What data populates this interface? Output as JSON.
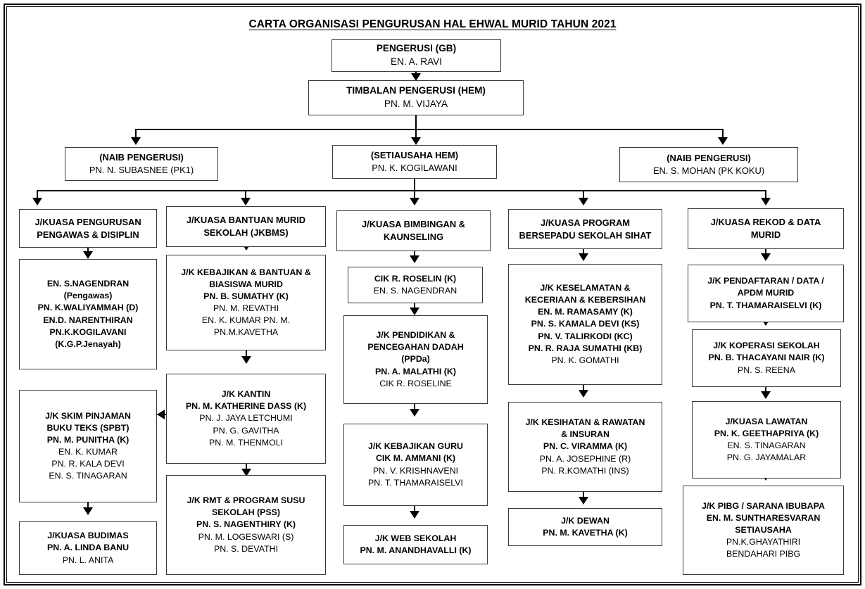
{
  "title": "CARTA ORGANISASI PENGURUSAN HAL EHWAL MURID TAHUN 2021",
  "top": {
    "chairman": {
      "role": "PENGERUSI (GB)",
      "name": "EN. A. RAVI"
    },
    "deputy": {
      "role": "TIMBALAN PENGERUSI (HEM)",
      "name": "PN. M. VIJAYA"
    }
  },
  "level2": [
    {
      "role": "(NAIB PENGERUSI)",
      "name": "PN. N. SUBASNEE (PK1)"
    },
    {
      "role": "(SETIAUSAHA HEM)",
      "name": "PN. K. KOGILAWANI"
    },
    {
      "role": "(NAIB PENGERUSI)",
      "name": "EN. S. MOHAN (PK KOKU)"
    }
  ],
  "columns": [
    {
      "head": {
        "l1": "J/KUASA PENGURUSAN",
        "l2": "PENGAWAS  & DISIPLIN"
      },
      "boxes": [
        {
          "bold": [
            "EN. S.NAGENDRAN",
            "(Pengawas)",
            "PN. K.WALIYAMMAH (D)",
            "EN.D. NARENTHIRAN",
            "PN.K.KOGILAVANI",
            "(K.G.P.Jenayah)"
          ],
          "plain": []
        },
        {
          "bold": [
            "J/K SKIM PINJAMAN",
            "BUKU TEKS (SPBT)",
            "PN. M. PUNITHA (K)"
          ],
          "plain": [
            "EN. K. KUMAR",
            "PN. R. KALA DEVI",
            "EN. S. TINAGARAN"
          ]
        },
        {
          "bold": [
            "J/KUASA BUDIMAS",
            "PN. A. LINDA BANU"
          ],
          "plain": [
            "PN. L. ANITA"
          ]
        }
      ]
    },
    {
      "head": {
        "l1": "J/KUASA BANTUAN MURID",
        "l2": "SEKOLAH (JKBMS)"
      },
      "boxes": [
        {
          "bold": [
            "J/K KEBAJIKAN & BANTUAN &",
            "BIASISWA MURID",
            "PN. B. SUMATHY (K)"
          ],
          "plain": [
            "PN. M. REVATHI",
            "EN. K. KUMAR PN. M.",
            "PN.M.KAVETHA"
          ]
        },
        {
          "bold": [
            "J/K KANTIN",
            "PN. M. KATHERINE DASS (K)"
          ],
          "plain": [
            "PN. J. JAYA LETCHUMI",
            "PN. G. GAVITHA",
            "PN. M. THENMOLI"
          ]
        },
        {
          "bold": [
            "J/K RMT & PROGRAM SUSU",
            "SEKOLAH (PSS)",
            "PN. S. NAGENTHIRY (K)"
          ],
          "plain": [
            "PN. M. LOGESWARI (S)",
            "PN. S. DEVATHI"
          ]
        }
      ]
    },
    {
      "head": {
        "l1": "J/KUASA BIMBINGAN &",
        "l2": "KAUNSELING"
      },
      "boxes": [
        {
          "bold": [
            "CIK R. ROSELIN (K)"
          ],
          "plain": [
            "EN. S. NAGENDRAN"
          ]
        },
        {
          "bold": [
            "J/K PENDIDIKAN  &",
            "PENCEGAHAN DADAH",
            "(PPDa)",
            "PN. A. MALATHI (K)"
          ],
          "plain": [
            "CIK R. ROSELINE"
          ]
        },
        {
          "bold": [
            "J/K KEBAJIKAN GURU",
            "CIK M. AMMANI (K)"
          ],
          "plain": [
            "PN. V. KRISHNAVENI",
            "PN. T. THAMARAISELVI"
          ]
        },
        {
          "bold": [
            "J/K WEB SEKOLAH",
            "PN. M. ANANDHAVALLI (K)"
          ],
          "plain": []
        }
      ]
    },
    {
      "head": {
        "l1": "J/KUASA PROGRAM",
        "l2": "BERSEPADU SEKOLAH SIHAT"
      },
      "boxes": [
        {
          "bold": [
            "J/K KESELAMATAN &",
            "KECERIAAN  & KEBERSIHAN",
            "EN. M. RAMASAMY (K)",
            "PN. S. KAMALA DEVI  (KS)",
            "PN. V. TALIRKODI (KC)",
            "PN. R. RAJA SUMATHI (KB)"
          ],
          "plain": [
            "PN. K. GOMATHI"
          ]
        },
        {
          "bold": [
            "J/K KESIHATAN & RAWATAN",
            "& INSURAN",
            "PN. C. VIRAMMA (K)"
          ],
          "plain": [
            "PN. A. JOSEPHINE (R)",
            "PN. R.KOMATHI (INS)"
          ]
        },
        {
          "bold": [
            "J/K DEWAN",
            "PN. M. KAVETHA (K)"
          ],
          "plain": []
        }
      ]
    },
    {
      "head": {
        "l1": "J/KUASA REKOD & DATA",
        "l2": "MURID"
      },
      "boxes": [
        {
          "bold": [
            "J/K PENDAFTARAN / DATA /",
            "APDM MURID",
            "PN. T. THAMARAISELVI (K)"
          ],
          "plain": []
        },
        {
          "bold": [
            "J/K KOPERASI SEKOLAH",
            "PN. B. THACAYANI NAIR (K)"
          ],
          "plain": [
            "PN. S. REENA"
          ]
        },
        {
          "bold": [
            "J/KUASA  LAWATAN",
            "PN. K. GEETHAPRIYA (K)"
          ],
          "plain": [
            "EN. S. TINAGARAN",
            "PN. G. JAYAMALAR"
          ]
        },
        {
          "bold": [
            "J/K PIBG / SARANA IBUBAPA",
            "EN. M. SUNTHARESVARAN",
            "SETIAUSAHA"
          ],
          "plain": [
            "PN.K.GHAYATHIRI",
            "BENDAHARI PIBG"
          ]
        }
      ]
    }
  ],
  "colors": {
    "ink": "#000000",
    "box_border": "#3a3a3a",
    "background": "#ffffff"
  }
}
